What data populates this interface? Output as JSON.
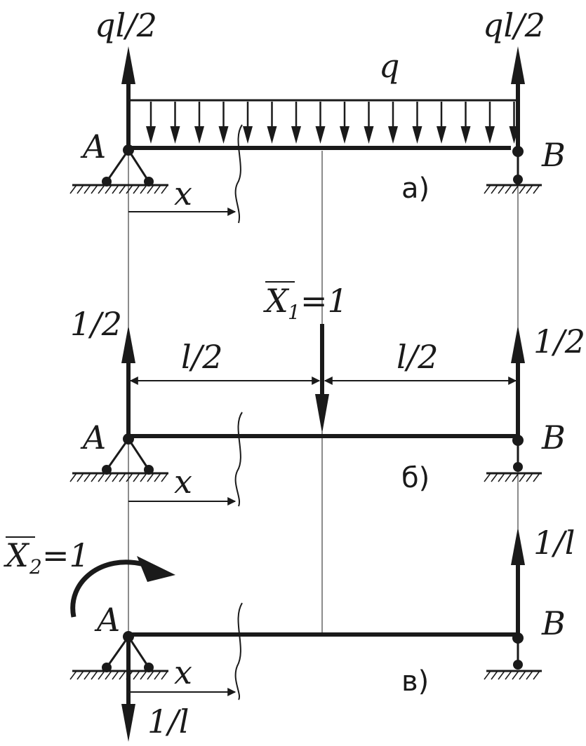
{
  "figure": {
    "panel_a": {
      "caption": "а)",
      "load_label": "q",
      "reaction_left": "ql/2",
      "reaction_right": "ql/2",
      "support_left": "A",
      "support_right": "B",
      "coord": "x"
    },
    "panel_b": {
      "caption": "б)",
      "unit_force": {
        "symbol": "X",
        "subscript": "1",
        "equals": "=1"
      },
      "reaction_left": "1/2",
      "reaction_right": "1/2",
      "span_left": "l/2",
      "span_right": "l/2",
      "support_left": "A",
      "support_right": "B",
      "coord": "x"
    },
    "panel_c": {
      "caption": "в)",
      "unit_moment": {
        "symbol": "X",
        "subscript": "2",
        "equals": "=1"
      },
      "reaction_right": "1/l",
      "reaction_left": "1/l",
      "support_left": "A",
      "support_right": "B",
      "coord": "x"
    }
  }
}
